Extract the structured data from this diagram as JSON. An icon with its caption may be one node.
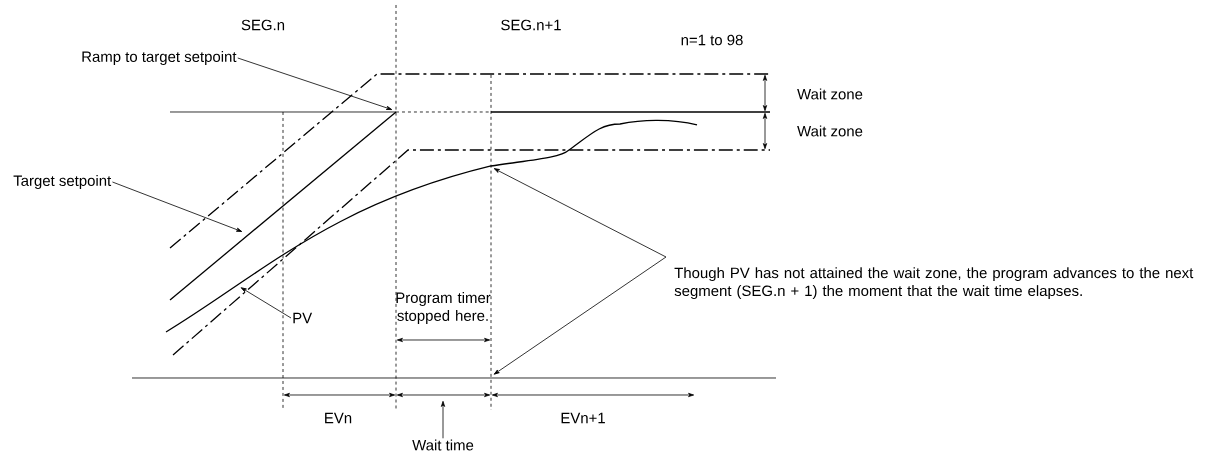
{
  "diagram": {
    "nodes": [
      {
        "text": [
          "Ramp to target setpoint"
        ]
      },
      {
        "text": [
          "Target setpoint"
        ]
      },
      {
        "text": [
          "PV"
        ]
      },
      {
        "text": [
          "Though PV has not attained the wait zone, the program advances to the next segment (SEG.n + 1) the moment that the wait time elapses."
        ]
      },
      {
        "text": [
          "Wait time"
        ]
      }
    ],
    "edges": [
      {
        "from": 0,
        "to": null,
        "arrow": "to"
      },
      {
        "from": 1,
        "to": null,
        "arrow": "to"
      },
      {
        "from": 2,
        "to": null,
        "arrow": "to"
      },
      {
        "from": 3,
        "to": null,
        "arrow": "to"
      },
      {
        "from": 3,
        "to": null,
        "arrow": "to"
      },
      {
        "from": 4,
        "to": null,
        "arrow": "to"
      }
    ],
    "labels": [
      "SEG.n",
      "SEG.n+1",
      "n=1 to 98",
      "Wait zone",
      "Wait zone",
      "Program timer stopped here.",
      "EVn",
      "EVn+1"
    ]
  }
}
